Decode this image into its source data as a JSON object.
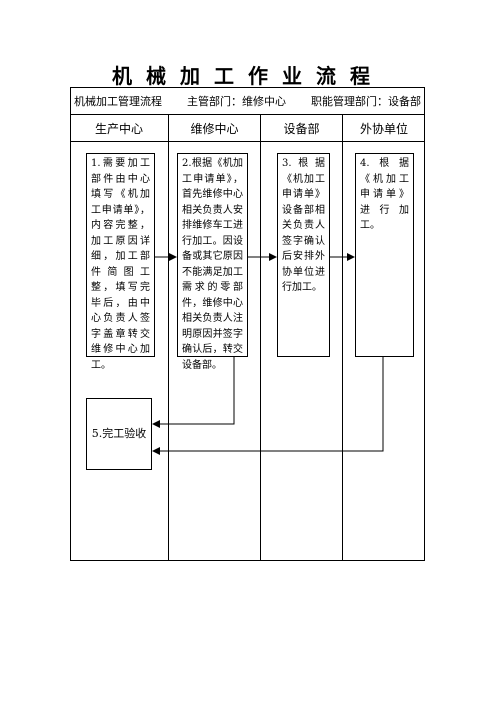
{
  "title": "机械加工作业流程",
  "header": {
    "process": "机械加工管理流程",
    "lead_dept": "主管部门：维修中心",
    "func_dept": "职能管理部门：设备部"
  },
  "columns": [
    "生产中心",
    "维修中心",
    "设备部",
    "外协单位"
  ],
  "steps": [
    "1.需要加工部件由中心填写《机加工申请单》，内容完整，加工原因详细，加工部件简图工整，填写完毕后，由中心负责人签字盖章转交维修中心加工。",
    "2.根据《机加工申请单》，首先维修中心相关负责人安排维修车工进行加工。因设备或其它原因不能满足加工需求的零部件，维修中心相关负责人注明原因并签字确认后，转交设备部。",
    "3.根据《机加工申请单》设备部相关负责人签字确认后安排外协单位进行加工。",
    "4.根据《机加工申请单》进行加工。",
    "5.完工验收"
  ]
}
